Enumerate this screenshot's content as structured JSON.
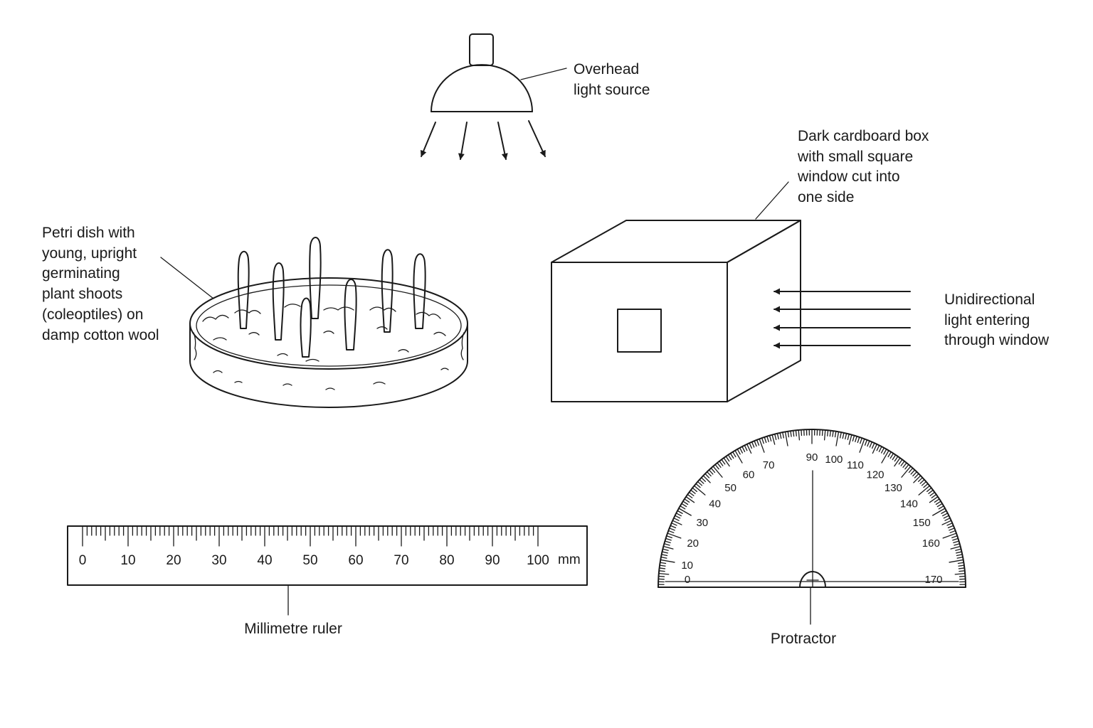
{
  "labels": {
    "lamp_line1": "Overhead",
    "lamp_line2": "light source",
    "box_line1": "Dark cardboard box",
    "box_line2": "with small square",
    "box_line3": "window cut into",
    "box_line4": "one side",
    "dish_line1": "Petri dish with",
    "dish_line2": "young, upright",
    "dish_line3": "germinating",
    "dish_line4": "plant shoots",
    "dish_line5": "(coleoptiles) on",
    "dish_line6": "damp cotton wool",
    "light_line1": "Unidirectional",
    "light_line2": "light entering",
    "light_line3": "through window",
    "ruler": "Millimetre ruler",
    "protractor": "Protractor"
  },
  "ruler": {
    "unit": "mm",
    "tick_labels": [
      "0",
      "10",
      "20",
      "30",
      "40",
      "50",
      "60",
      "70",
      "80",
      "90",
      "100"
    ]
  },
  "protractor": {
    "tick_labels": [
      "0",
      "10",
      "20",
      "30",
      "40",
      "50",
      "60",
      "70",
      "90",
      "100",
      "110",
      "120",
      "130",
      "140",
      "150",
      "160",
      "170"
    ]
  },
  "icons": [
    "lamp-icon",
    "petri-dish-icon",
    "cardboard-box-icon",
    "ruler-icon",
    "protractor-icon"
  ]
}
